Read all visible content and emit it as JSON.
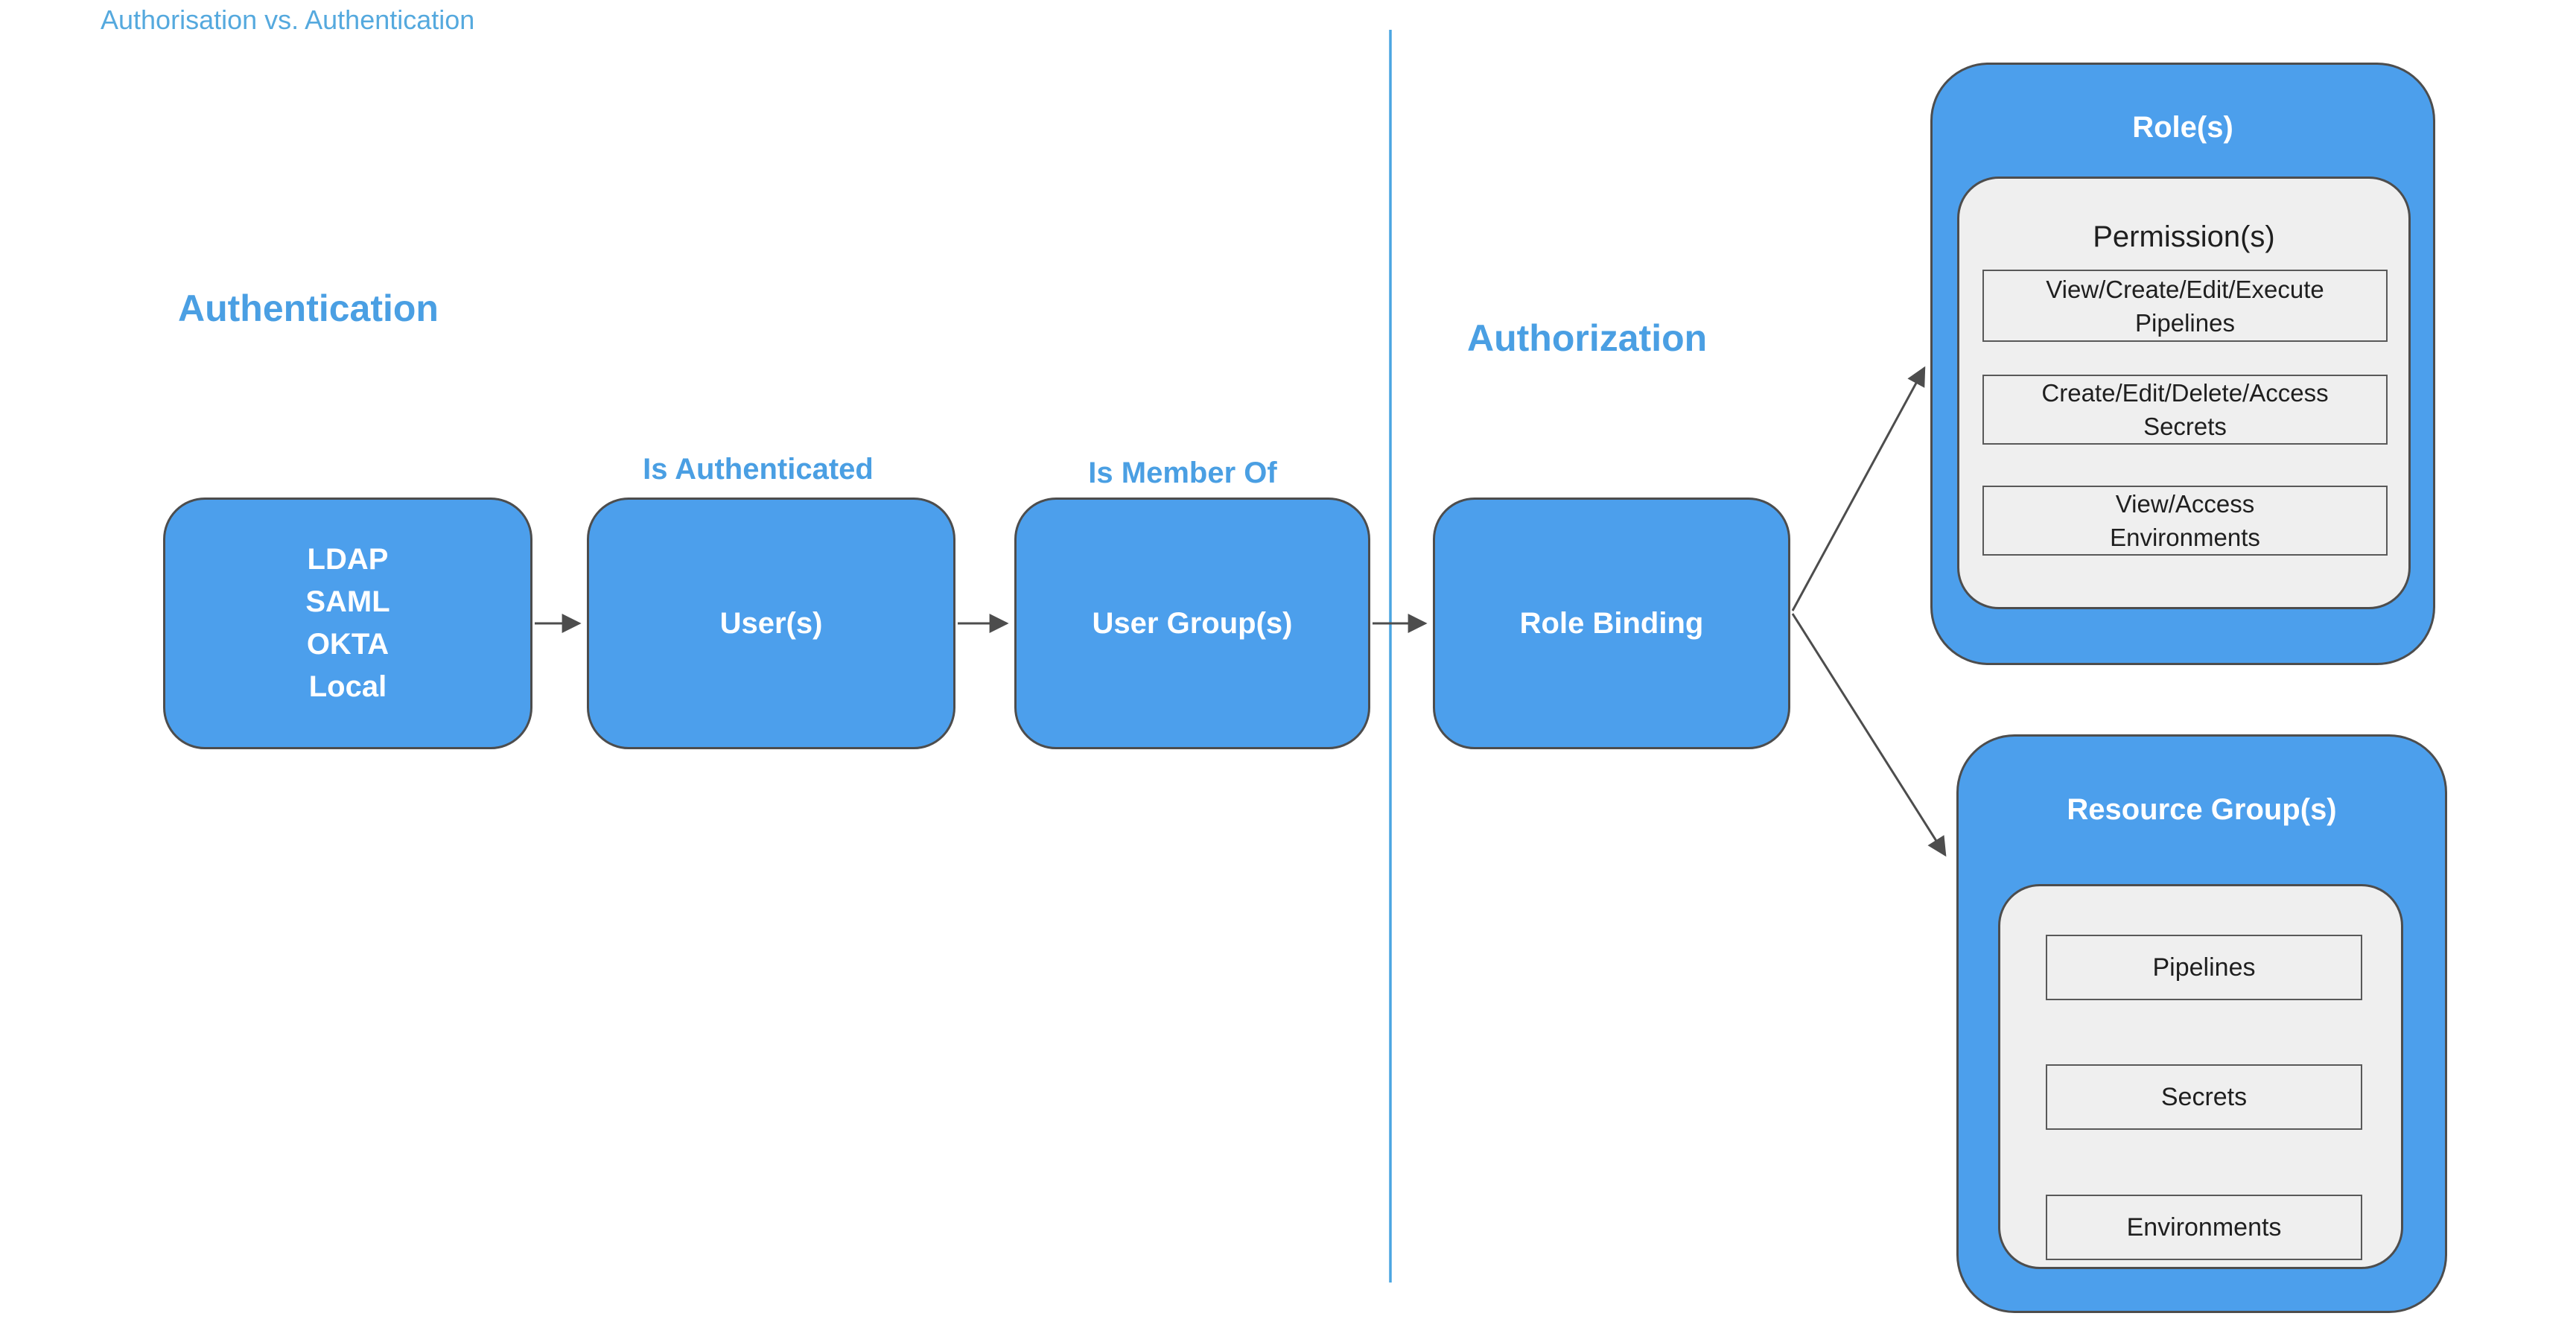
{
  "title": "Authorisation vs. Authentication",
  "headings": {
    "authentication": "Authentication",
    "authorization": "Authorization"
  },
  "nodes": {
    "identity_providers": {
      "lines": [
        "LDAP",
        "SAML",
        "OKTA",
        "Local"
      ]
    },
    "users": {
      "label": "User(s)",
      "caption": "Is Authenticated"
    },
    "user_groups": {
      "label": "User Group(s)",
      "caption": "Is Member Of"
    },
    "role_binding": {
      "label": "Role Binding"
    },
    "roles": {
      "title": "Role(s)",
      "permissions": {
        "title": "Permission(s)",
        "items": [
          {
            "line1": "View/Create/Edit/Execute",
            "line2": "Pipelines"
          },
          {
            "line1": "Create/Edit/Delete/Access",
            "line2": "Secrets"
          },
          {
            "line1": "View/Access",
            "line2": "Environments"
          }
        ]
      }
    },
    "resource_groups": {
      "title": "Resource Group(s)",
      "items": [
        "Pipelines",
        "Secrets",
        "Environments"
      ]
    }
  },
  "edges": [
    {
      "from": "identity_providers",
      "to": "users"
    },
    {
      "from": "users",
      "to": "user_groups"
    },
    {
      "from": "user_groups",
      "to": "role_binding"
    },
    {
      "from": "role_binding",
      "to": "roles"
    },
    {
      "from": "role_binding",
      "to": "resource_groups"
    }
  ],
  "colors": {
    "node_fill": "#4C9FEC",
    "node_border": "#4D4D4D",
    "panel_fill": "#EFEFEF",
    "item_border": "#595959",
    "accent_heading": "#4A9FE3",
    "title_text": "#55A9DE",
    "divider": "#4BA6E2",
    "connector": "#4D4D4D",
    "node_text": "#FFFFFF",
    "dark_text": "#1F1F1F"
  }
}
